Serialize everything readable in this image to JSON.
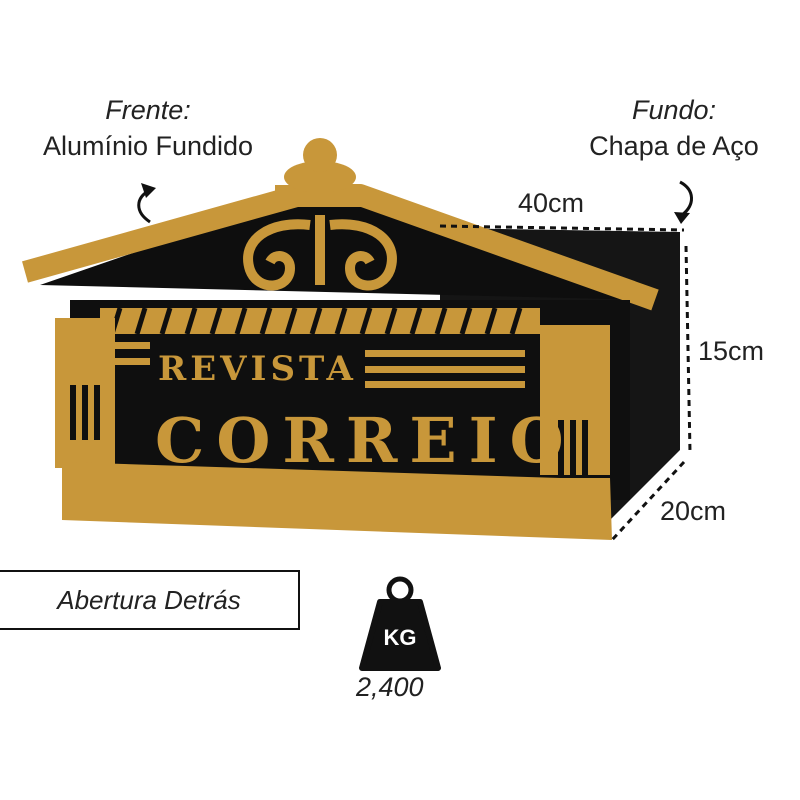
{
  "labels": {
    "front": [
      "Frente:",
      "Alumínio Fundido"
    ],
    "back": [
      "Fundo:",
      "Chapa de Aço"
    ]
  },
  "dimensions": {
    "width": "40cm",
    "height": "15cm",
    "depth": "20cm"
  },
  "opening_label": "Abertura Detrás",
  "weight": {
    "icon_text": "KG",
    "value": "2,400"
  },
  "mailbox": {
    "line1": "REVISTA",
    "line2": "CORREIO"
  },
  "colors": {
    "gold": "#c8973a",
    "black": "#111111"
  }
}
